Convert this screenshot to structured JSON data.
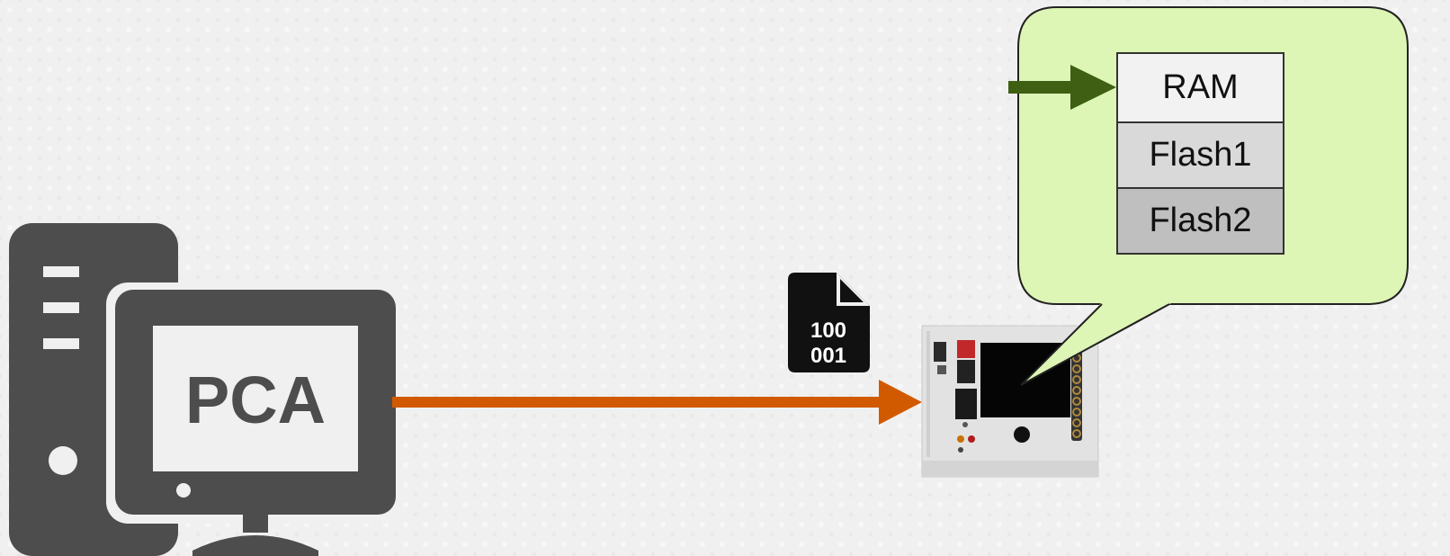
{
  "pc": {
    "label": "PCA",
    "icon": "desktop-computer-icon"
  },
  "file": {
    "label": "100\n001",
    "line1": "100",
    "line2": "001",
    "icon": "binary-file-icon"
  },
  "device": {
    "icon": "control-device-panel"
  },
  "memory": {
    "slots": [
      {
        "label": "RAM",
        "color": "#f2f2f2"
      },
      {
        "label": "Flash1",
        "color": "#d9d9d9"
      },
      {
        "label": "Flash2",
        "color": "#bfbfbf"
      }
    ]
  },
  "colors": {
    "transfer_arrow": "#d15a00",
    "pointer_arrow": "#3f5f12",
    "callout_fill": "#ddf5b5",
    "icon_gray": "#4d4d4d"
  }
}
